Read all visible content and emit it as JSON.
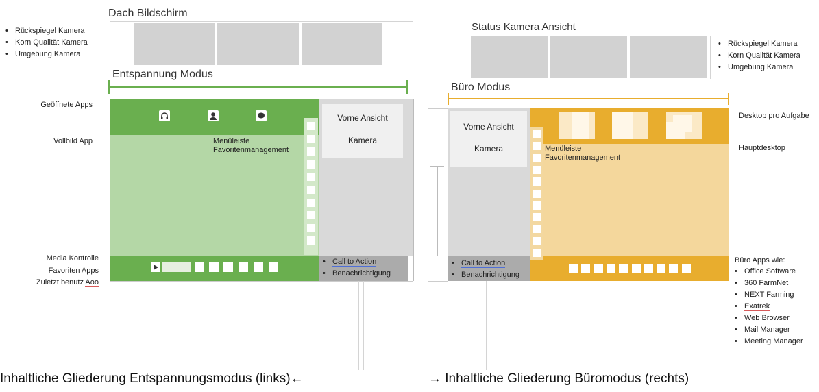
{
  "left": {
    "dach_title": "Dach Bildschirm",
    "camera_list": [
      "Rückspiegel Kamera",
      "Korn Qualität Kamera",
      "Umgebung Kamera"
    ],
    "mode_title": "Entspannung Modus",
    "labels": {
      "open_apps": "Geöffnete Apps",
      "fullscreen": "Vollbild App",
      "media": "Media Kontrolle",
      "fav_apps": "Favoriten Apps",
      "recent_prefix": "Zuletzt benutz ",
      "recent_word": "Aoo"
    },
    "menubar": [
      "Menüleiste",
      "Favoritenmanagement"
    ],
    "front_view": [
      "Vorne Ansicht",
      "Kamera"
    ],
    "bottom_bullets": [
      "Call to Action",
      "Benachrichtigung"
    ]
  },
  "right": {
    "status_title": "Status Kamera Ansicht",
    "camera_list": [
      "Rückspiegel Kamera",
      "Korn Qualität Kamera",
      "Umgebung Kamera"
    ],
    "mode_title": "Büro Modus",
    "labels": {
      "desktop_per_task": "Desktop pro Aufgabe",
      "main_desktop": "Hauptdesktop",
      "apps_heading": "Büro Apps wie:"
    },
    "menubar": [
      "Menüleiste",
      "Favoritenmanagement"
    ],
    "front_view": [
      "Vorne Ansicht",
      "Kamera"
    ],
    "bottom_bullets": [
      "Call to Action",
      "Benachrichtigung"
    ],
    "apps": [
      "Office Software",
      "360 FarmNet",
      "NEXT Farming",
      "Exatrek",
      "Web Browser",
      "Mail Manager",
      "Meeting Manager"
    ]
  },
  "captions": {
    "left": "Inhaltliche Gliederung Entspannungsmodus (links)←",
    "right": "→  Inhaltliche Gliederung Büromodus (rechts)"
  },
  "colors": {
    "green_dark": "#6aaf4f",
    "green_light": "#b4d7a6",
    "green_strip": "#d3e8c9",
    "orange_dark": "#e8ad2e",
    "orange_light": "#f4d79c",
    "orange_strip": "#f3d8a0",
    "grey_panel": "#d9d9d9",
    "grey_dark": "#ababab"
  },
  "icons": [
    "headphones-icon",
    "person-icon",
    "chat-bubble-icon",
    "play-icon"
  ]
}
